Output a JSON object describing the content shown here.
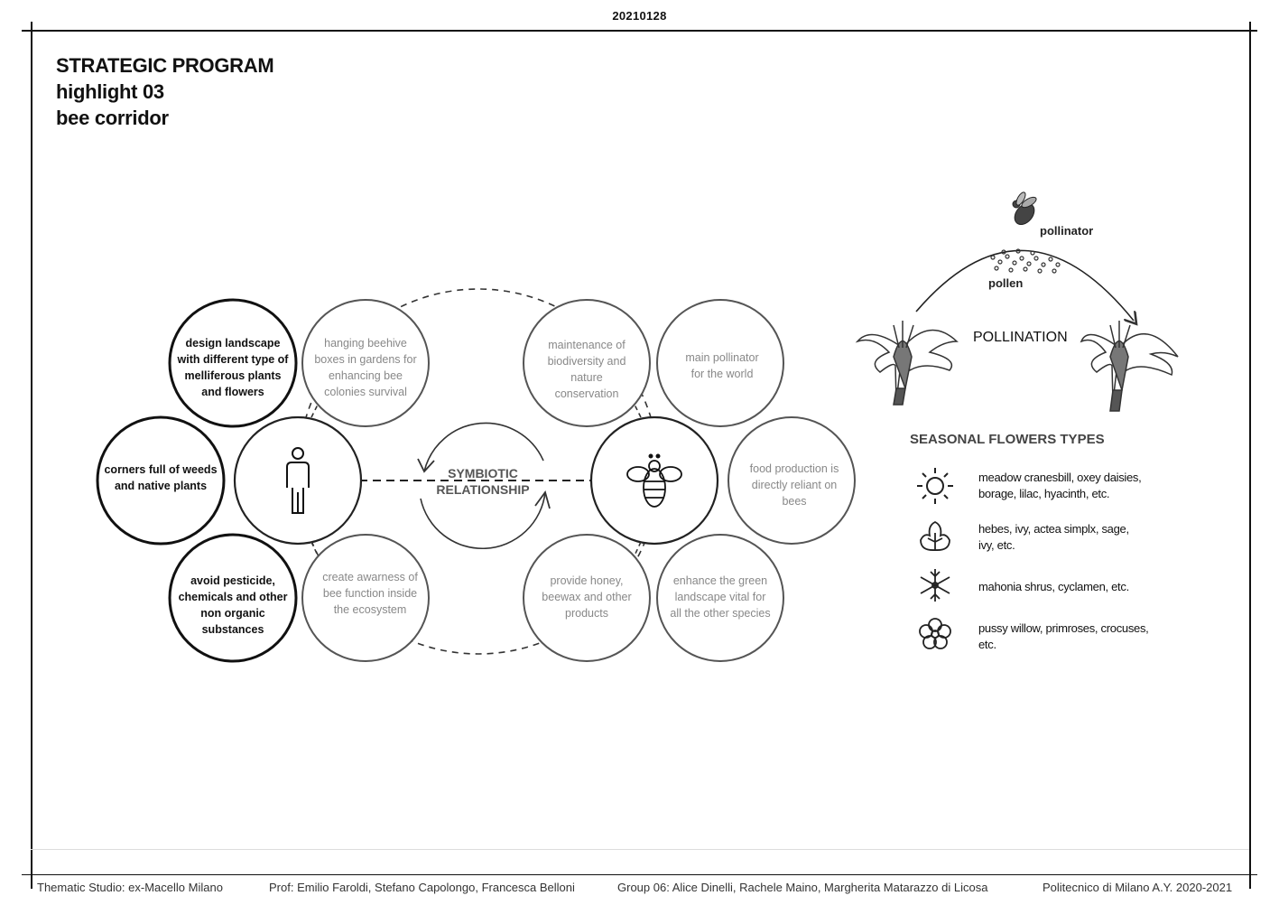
{
  "header": {
    "date": "20210128"
  },
  "title": {
    "line1": "STRATEGIC PROGRAM",
    "line2": "highlight 03",
    "line3": "bee corridor"
  },
  "diagram": {
    "center_label_1": "SYMBIOTIC",
    "center_label_2": "RELATIONSHIP",
    "human_actions": [
      [
        "design landscape",
        "with different type of",
        "melliferous plants",
        "and flowers"
      ],
      [
        "corners full of weeds",
        "and native plants"
      ],
      [
        "avoid pesticide,",
        "chemicals and other",
        "non organic",
        "substances"
      ]
    ],
    "human_benefits": [
      [
        "hanging beehive",
        "boxes in gardens for",
        "enhancing bee",
        "colonies survival"
      ],
      [
        "create awarness of",
        "bee function inside",
        "the ecosystem"
      ]
    ],
    "bee_benefits": [
      [
        "maintenance of",
        "biodiversity and",
        "nature",
        "conservation"
      ],
      [
        "provide honey,",
        "beewax and other",
        "products"
      ]
    ],
    "bee_roles": [
      [
        "main pollinator",
        "for the world"
      ],
      [
        "food production is",
        "directly reliant on",
        "bees"
      ],
      [
        "enhance the green",
        "landscape vital for",
        "all the other species"
      ]
    ]
  },
  "pollination": {
    "pollinator_label": "pollinator",
    "pollen_label": "pollen",
    "title": "POLLINATION"
  },
  "seasonal": {
    "title": "SEASONAL FLOWERS TYPES",
    "items": [
      {
        "icon": "sun-icon",
        "lines": [
          "meadow cranesbill, oxey daisies,",
          "borage, lilac, hyacinth, etc."
        ]
      },
      {
        "icon": "leaf-icon",
        "lines": [
          "hebes, ivy, actea simplx, sage,",
          "ivy, etc."
        ]
      },
      {
        "icon": "snowflake-icon",
        "lines": [
          "mahonia shrus, cyclamen, etc."
        ]
      },
      {
        "icon": "flower-icon",
        "lines": [
          "pussy willow, primroses, crocuses,",
          "etc."
        ]
      }
    ]
  },
  "footer": {
    "studio": "Thematic Studio: ex-Macello Milano",
    "profs": "Prof: Emilio Faroldi, Stefano Capolongo, Francesca Belloni",
    "group": "Group 06: Alice Dinelli, Rachele Maino, Margherita Matarazzo di Licosa",
    "school": "Politecnico di Milano A.Y. 2020-2021"
  }
}
